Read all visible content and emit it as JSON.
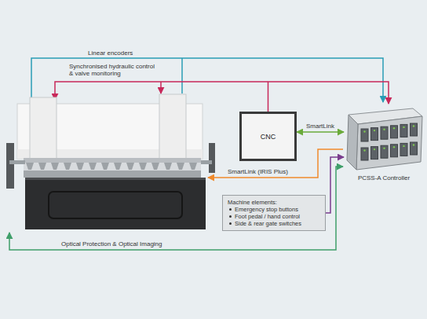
{
  "diagram": {
    "nodes": [
      {
        "text": [
          "CNC"
        ]
      },
      {
        "text": [
          "PCSS-A Controller"
        ]
      },
      {
        "text": [
          "Machine elements:",
          "Emergency stop buttons",
          "Foot pedal / hand control",
          "Side & rear gate switches"
        ]
      }
    ],
    "edges": [
      {
        "from": 0,
        "to": 1,
        "label": "SmartLink",
        "arrow": "both"
      },
      {
        "from": 0,
        "to": 1,
        "arrow": "to"
      },
      {
        "from": 2,
        "to": 1,
        "arrow": "to"
      }
    ],
    "labels": [
      "Linear encoders",
      "Synchronised hydraulic control & valve monitoring",
      "SmartLink (IRIS Plus)",
      "Optical Protection & Optical Imaging"
    ]
  }
}
